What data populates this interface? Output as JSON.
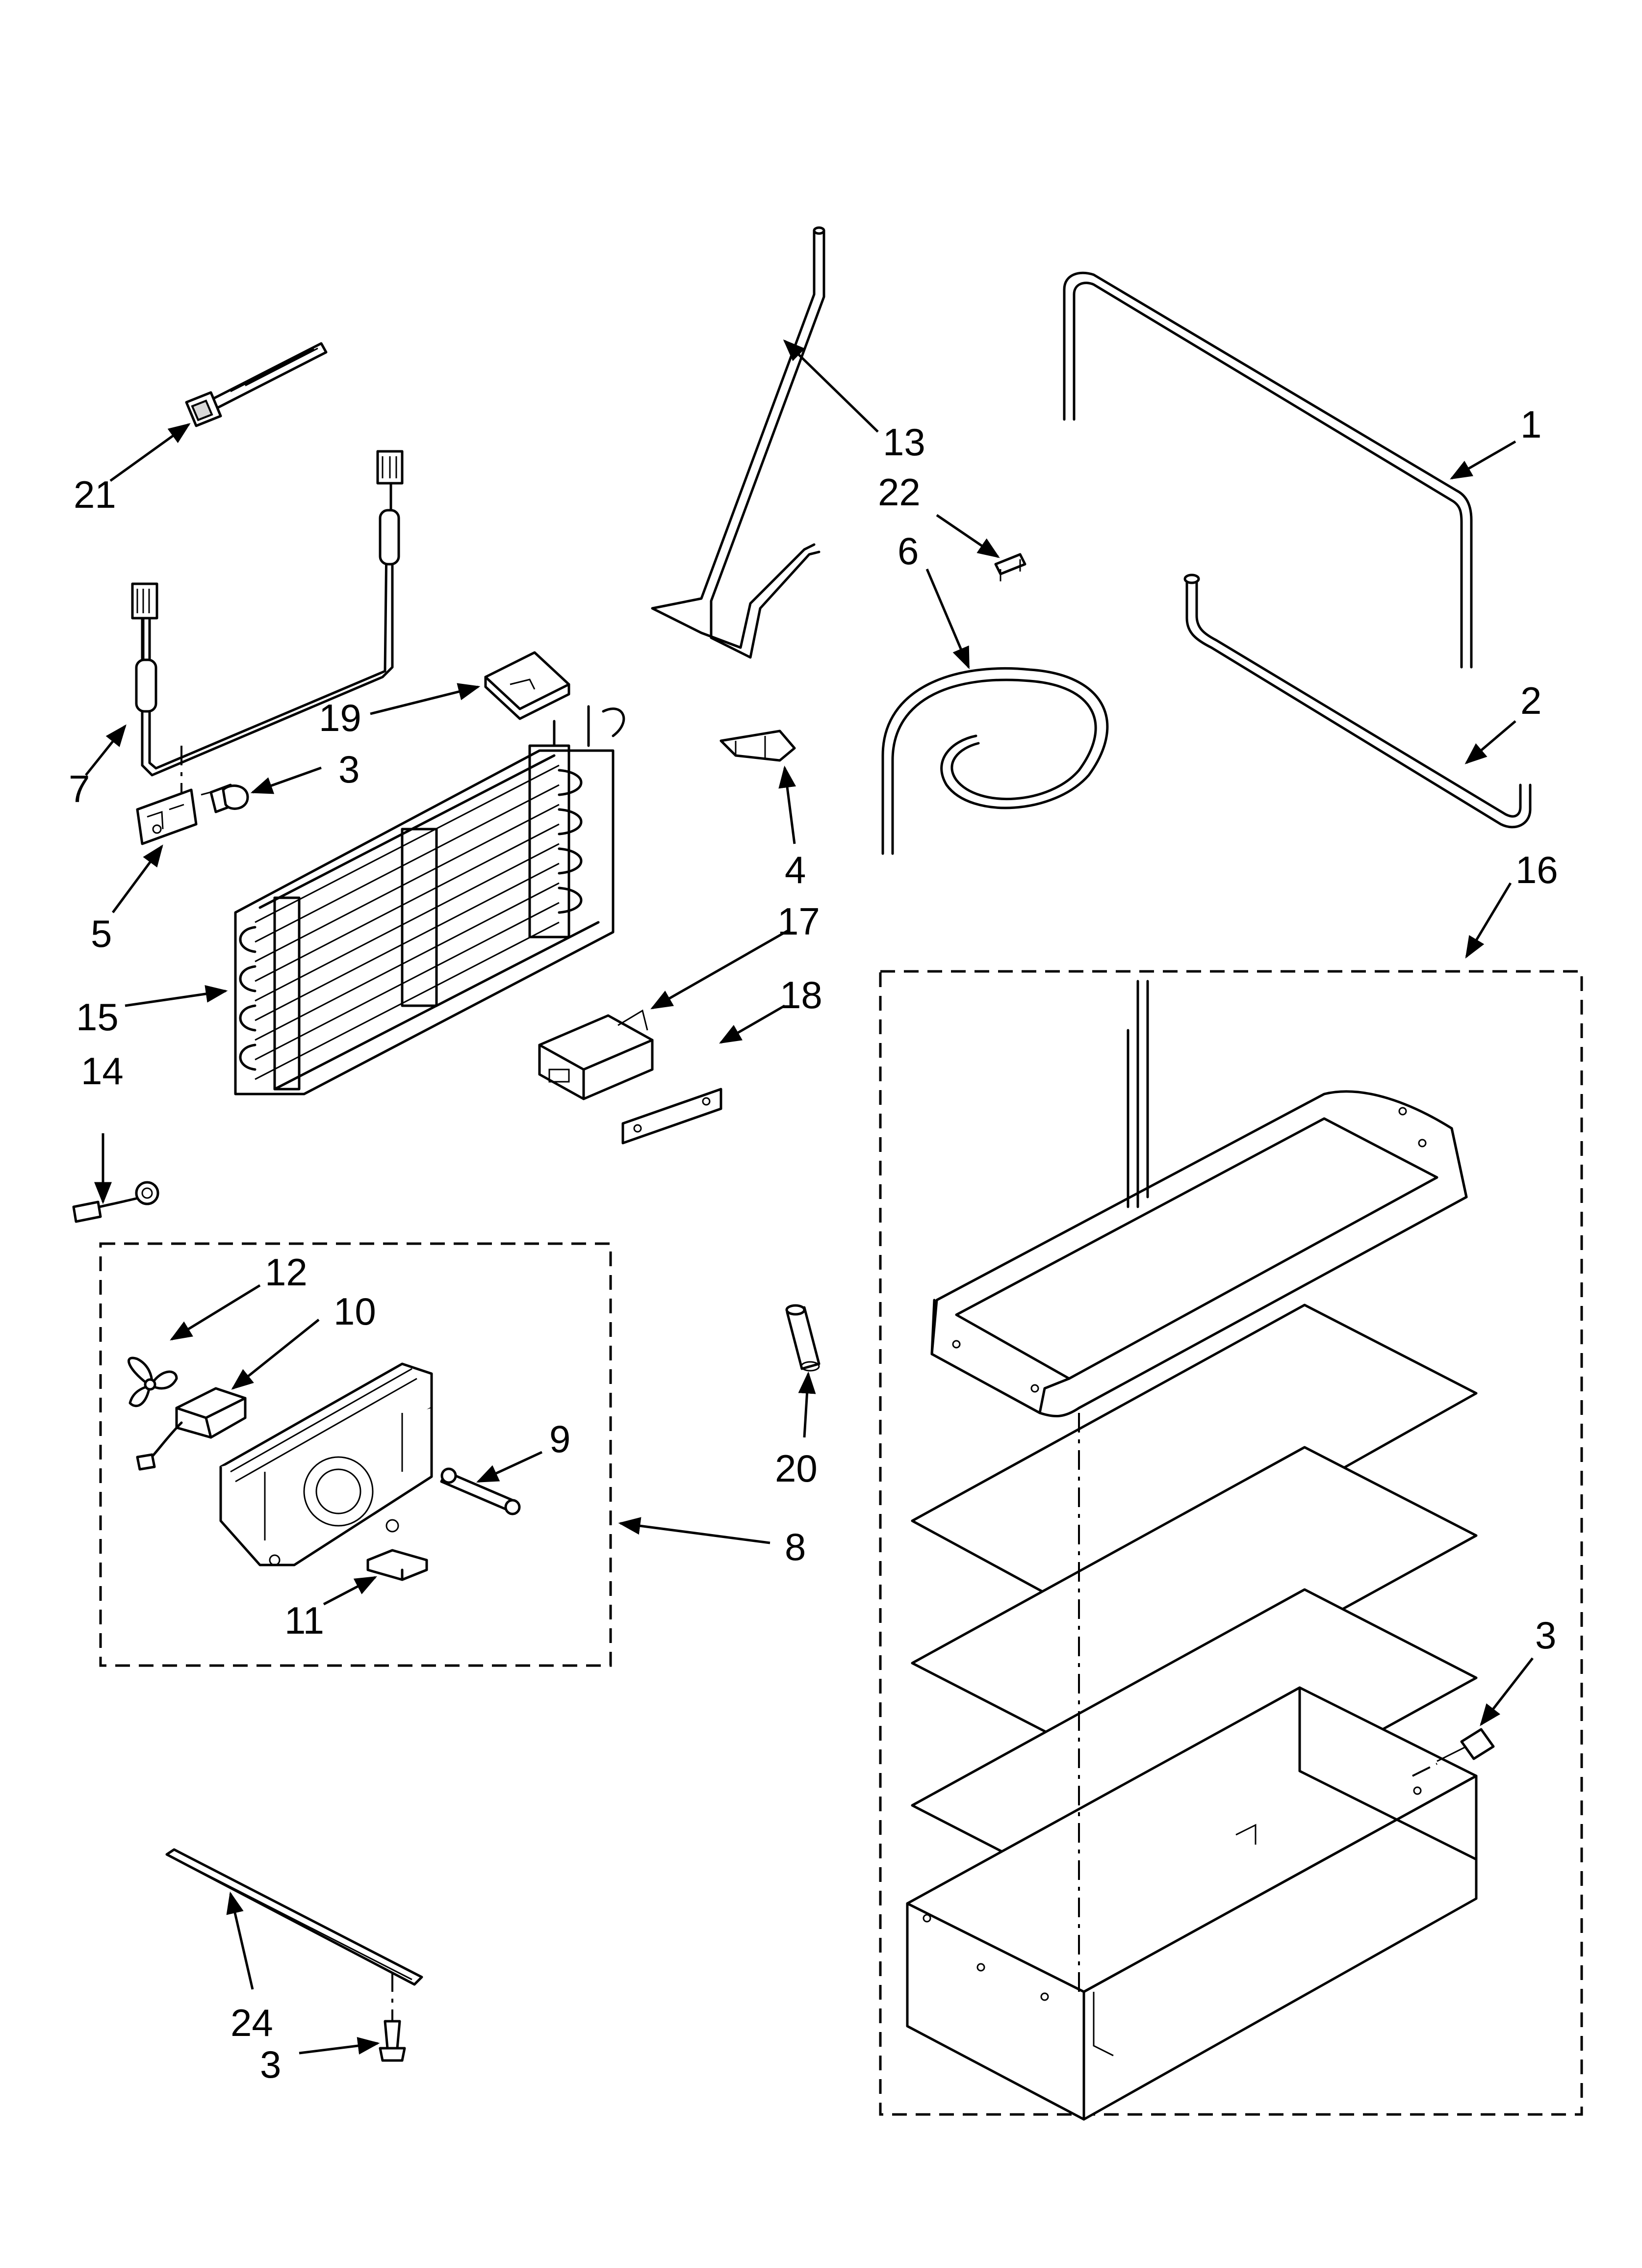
{
  "diagram": {
    "callouts": {
      "c1": "1",
      "c2": "2",
      "c3a": "3",
      "c3b": "3",
      "c3c": "3",
      "c4": "4",
      "c5": "5",
      "c6": "6",
      "c7": "7",
      "c8": "8",
      "c9": "9",
      "c10": "10",
      "c11": "11",
      "c12": "12",
      "c13": "13",
      "c14": "14",
      "c15": "15",
      "c16": "16",
      "c17": "17",
      "c18": "18",
      "c19": "19",
      "c20": "20",
      "c21": "21",
      "c22": "22",
      "c24": "24"
    }
  }
}
